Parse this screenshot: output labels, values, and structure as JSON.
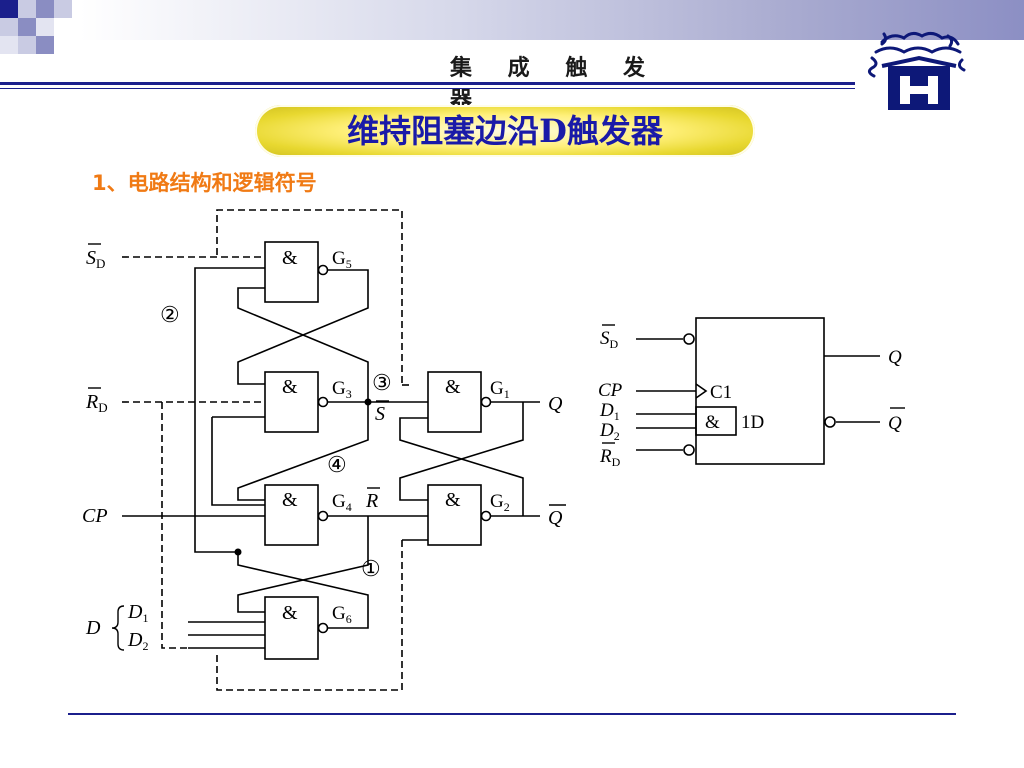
{
  "header": {
    "title": "集 成 触 发 器"
  },
  "slide": {
    "title": "维持阻塞边沿D触发器",
    "section": "1、电路结构和逻辑符号"
  },
  "circuit": {
    "gates": [
      {
        "symbol": "&",
        "name": "G",
        "sub": "5"
      },
      {
        "symbol": "&",
        "name": "G",
        "sub": "3"
      },
      {
        "symbol": "&",
        "name": "G",
        "sub": "4"
      },
      {
        "symbol": "&",
        "name": "G",
        "sub": "6"
      },
      {
        "symbol": "&",
        "name": "G",
        "sub": "1"
      },
      {
        "symbol": "&",
        "name": "G",
        "sub": "2"
      }
    ],
    "inputs": {
      "sd": "S",
      "sd_sub": "D",
      "rd": "R",
      "rd_sub": "D",
      "cp": "CP",
      "d": "D",
      "d1": "D",
      "d1_sub": "1",
      "d2": "D",
      "d2_sub": "2"
    },
    "outputs": {
      "q": "Q",
      "qbar": "Q"
    },
    "internal": {
      "s_bar": "S",
      "r_bar": "R"
    },
    "markers": [
      "①",
      "②",
      "③",
      "④"
    ]
  },
  "symbol": {
    "sd": "S",
    "sd_sub": "D",
    "cp": "CP",
    "d1": "D",
    "d1_sub": "1",
    "d2": "D",
    "d2_sub": "2",
    "rd": "R",
    "rd_sub": "D",
    "c1": "C1",
    "and": "&",
    "one_d": "1D",
    "q": "Q",
    "qbar": "Q"
  },
  "colors": {
    "accent": "#1b1f8c",
    "title_text": "#1a1aa8",
    "section_text": "#f07a14",
    "pill": "#fff07a"
  }
}
